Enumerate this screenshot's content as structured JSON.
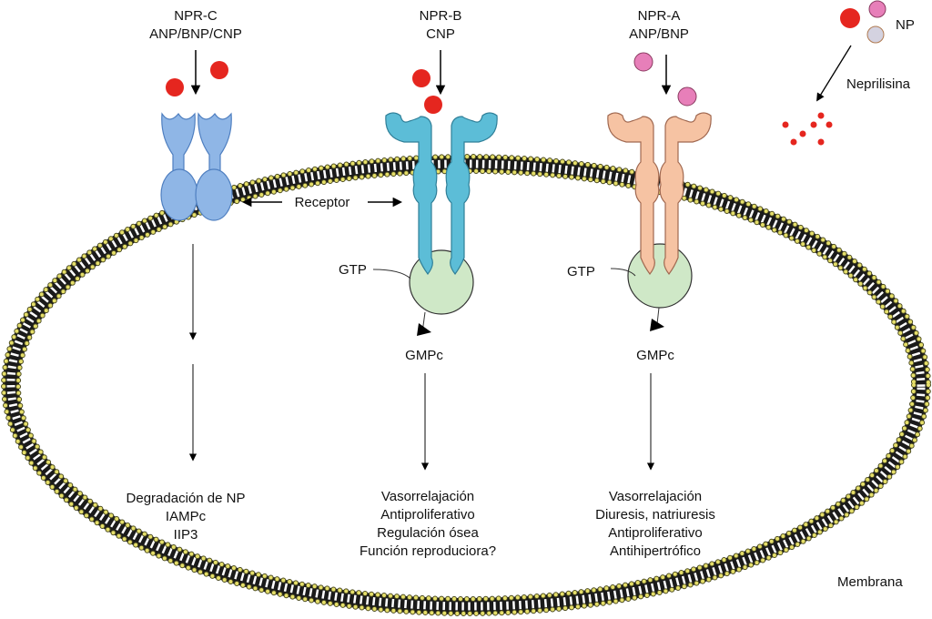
{
  "receptors": {
    "npr_c": {
      "name": "NPR-C",
      "ligands": "ANP/BNP/CNP",
      "color": "#8fb6e6",
      "effects": [
        "Degradación de NP",
        "IAMPc",
        "IIP3"
      ]
    },
    "npr_b": {
      "name": "NPR-B",
      "ligands": "CNP",
      "color": "#5cbdd7",
      "gtp": "GTP",
      "product": "GMPc",
      "effects": [
        "Vasorrelajación",
        "Antiproliferativo",
        "Regulación ósea",
        "Función reproduciora?"
      ]
    },
    "npr_a": {
      "name": "NPR-A",
      "ligands": "ANP/BNP",
      "color": "#f6c3a3",
      "gtp": "GTP",
      "product": "GMPc",
      "effects": [
        "Vasorrelajación",
        "Diuresis, natriuresis",
        "Antiproliferativo",
        "Antihipertrófico"
      ]
    }
  },
  "labels": {
    "receptor": "Receptor",
    "np": "NP",
    "neprilisina": "Neprilisina",
    "membrana": "Membrana"
  },
  "colors": {
    "anp_red": "#e5261f",
    "bnp_pink": "#e77fb9",
    "cnp_gray": "#d4d2e0",
    "guanylyl_cyclase": "#cfe8c7",
    "membrane_head": "#e6df6a"
  }
}
